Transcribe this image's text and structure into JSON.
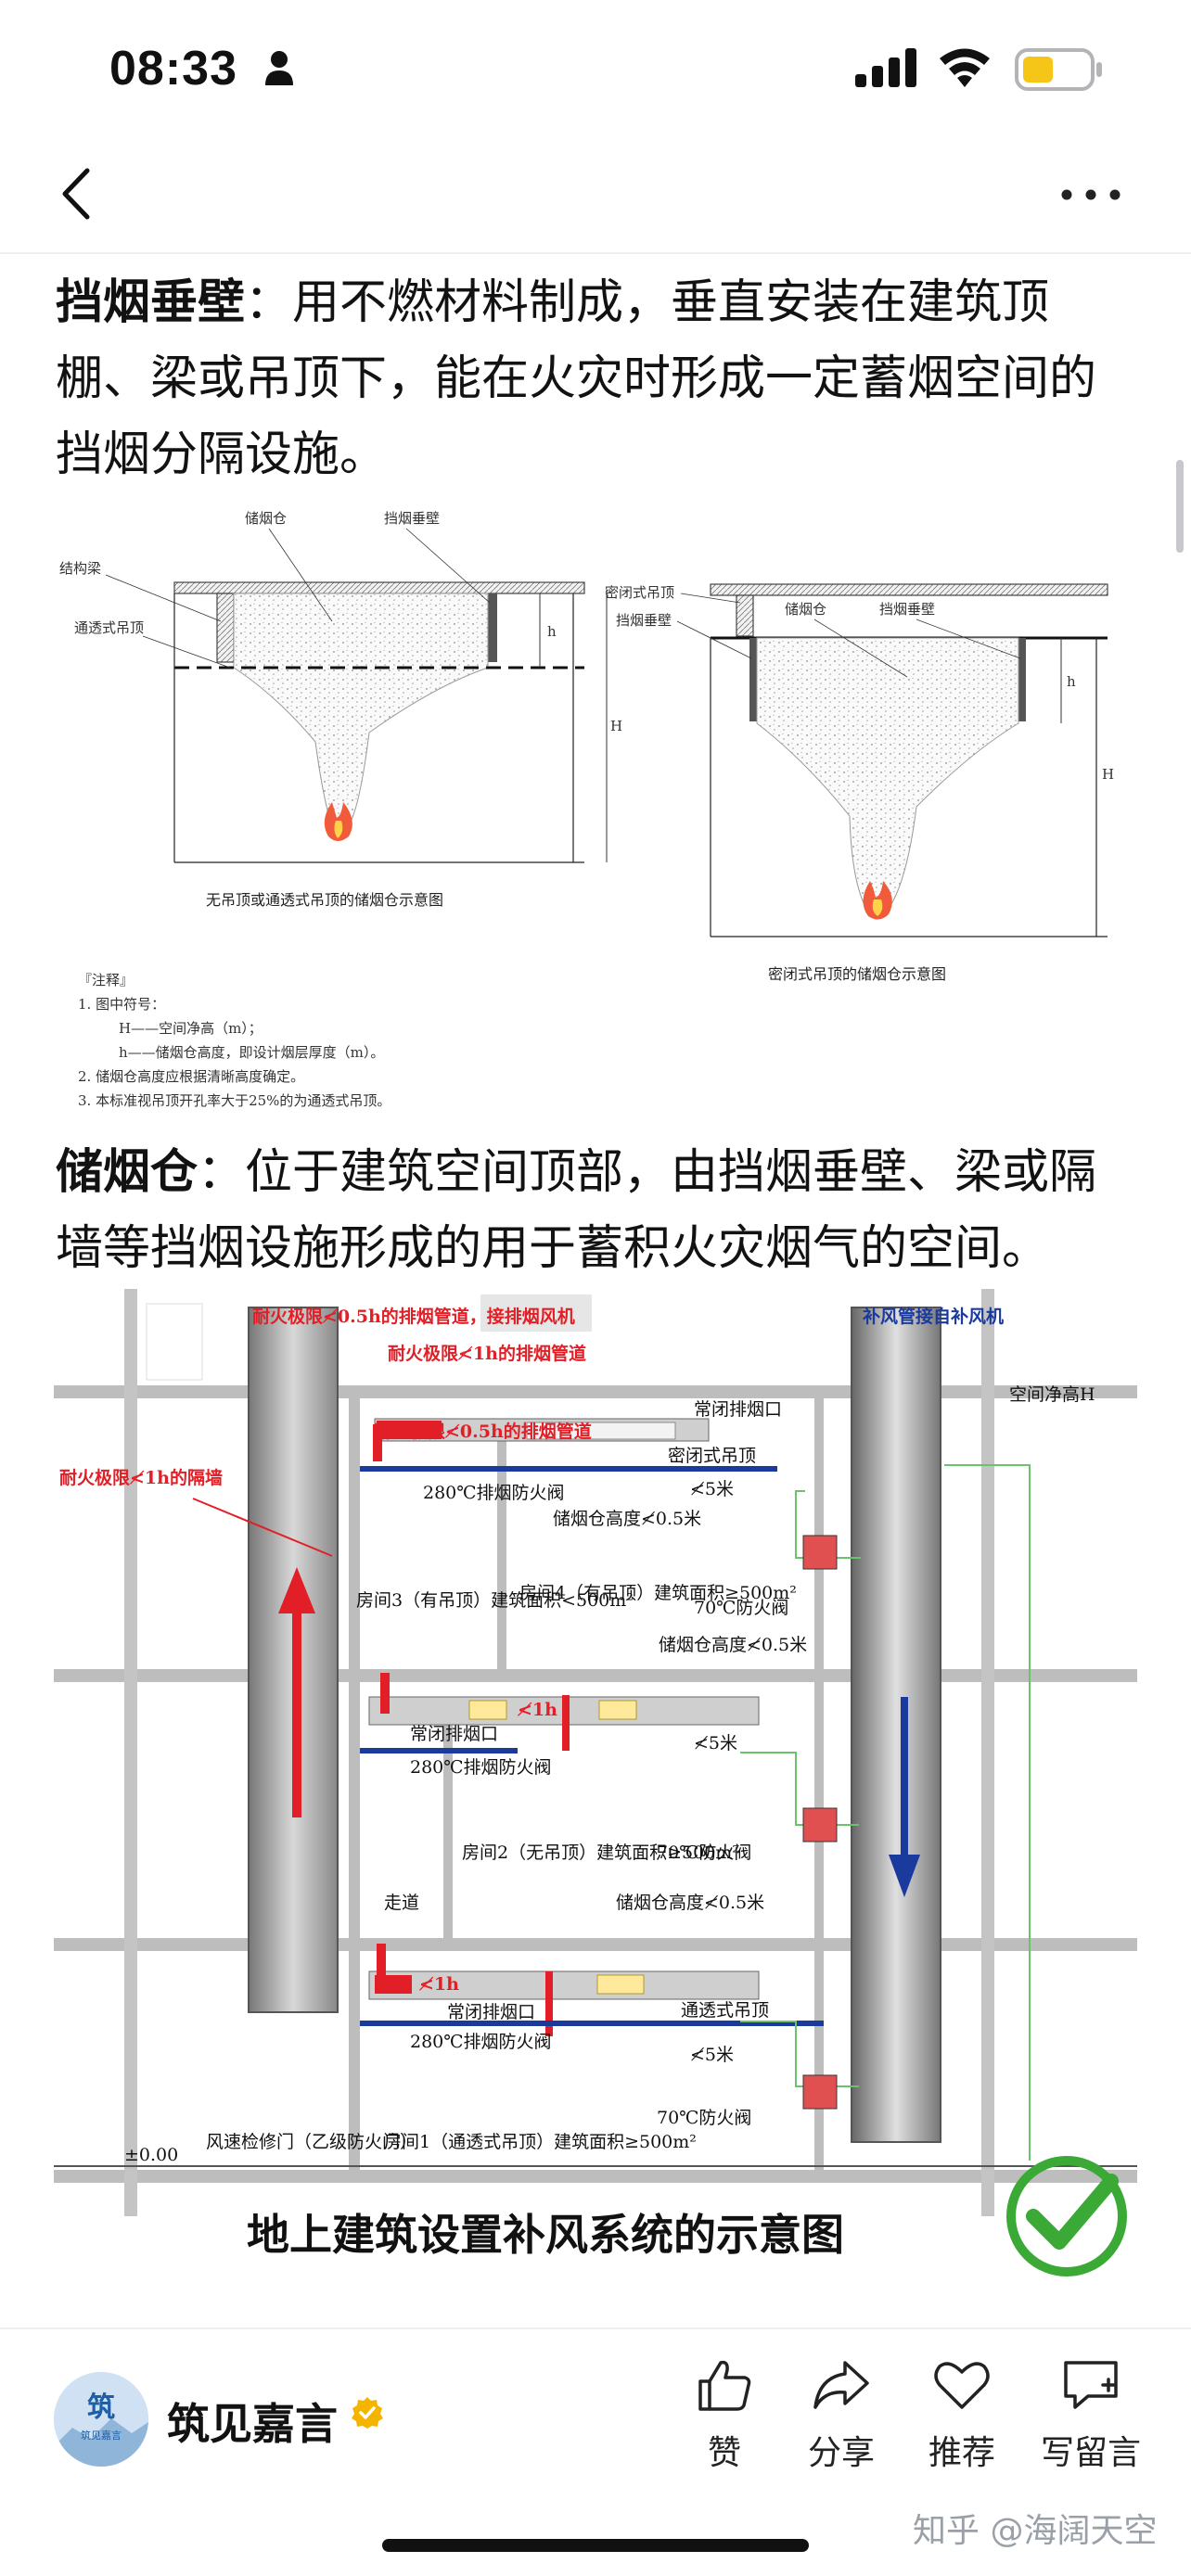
{
  "status_bar": {
    "time": "08:33",
    "icons": [
      "person-icon",
      "signal-icon",
      "wifi-icon",
      "battery-icon"
    ],
    "battery_color": "#f5c518"
  },
  "nav": {
    "back_icon": "chevron-left-icon",
    "more_icon": "more-horizontal-icon"
  },
  "article": {
    "para1_term": "挡烟垂壁",
    "para1_text": "：用不燃材料制成，垂直安装在建筑顶棚、梁或吊顶下，能在火灾时形成一定蓄烟空间的挡烟分隔设施。",
    "para2_term": "储烟仓",
    "para2_text": "：位于建筑空间顶部，由挡烟垂壁、梁或隔墙等挡烟设施形成的用于蓄积火灾烟气的空间。"
  },
  "figure1": {
    "left": {
      "label_storage": "储烟仓",
      "label_curtain": "挡烟垂壁",
      "label_beam": "结构梁",
      "label_ceiling": "通透式吊顶",
      "label_h": "h",
      "label_H": "H",
      "caption": "无吊顶或通透式吊顶的储烟仓示意图"
    },
    "right": {
      "label_ceiling": "密闭式吊顶",
      "label_curtain": "挡烟垂壁",
      "label_storage": "储烟仓",
      "label_curtain2": "挡烟垂壁",
      "label_h": "h",
      "label_H": "H",
      "caption": "密闭式吊顶的储烟仓示意图"
    },
    "notes": [
      "『注释』",
      "1. 图中符号：",
      "H——空间净高（m）；",
      "h——储烟仓高度，即设计烟层厚度（m）。",
      "2. 储烟仓高度应根据清晰高度确定。",
      "3. 本标准视吊顶开孔率大于25%的为通透式吊顶。"
    ]
  },
  "figure2": {
    "red_labels": {
      "shaft_top": "耐火极限≮0.5h的排烟管道，接排烟风机",
      "pipe_1h": "耐火极限≮1h的排烟管道",
      "pipe_05h": "耐火极限≮0.5h的排烟管道",
      "partition": "耐火极限≮1h的隔墙",
      "duct_mid": "≮1h",
      "duct_low": "≮1h"
    },
    "blue_labels": {
      "supply": "补风管接自补风机"
    },
    "black_labels": {
      "exhaust_outlet_top": "常闭排烟口",
      "sealed_ceiling": "密闭式吊顶",
      "damper_280_top": "280℃排烟防火阀",
      "storage_height_top": "储烟仓高度≮0.5米",
      "dist_top": "≮5米",
      "room3": "房间3（有吊顶）建筑面积<500m²",
      "room4": "房间4（有吊顶）建筑面积≥500m²",
      "damper_70_top": "70℃防火阀",
      "storage_height_mid": "储烟仓高度≮0.5米",
      "exhaust_outlet_mid": "常闭排烟口",
      "damper_280_mid": "280℃排烟防火阀",
      "dist_mid": "≮5米",
      "room2": "房间2（无吊顶）建筑面积≥500m²",
      "damper_70_mid": "70℃防火阀",
      "corridor": "走道",
      "storage_height_low": "储烟仓高度≮0.5米",
      "exhaust_outlet_low": "常闭排烟口",
      "permeable_ceiling": "通透式吊顶",
      "damper_280_low": "280℃排烟防火阀",
      "dist_low": "≮5米",
      "damper_70_low": "70℃防火阀",
      "room1": "房间1（通透式吊顶）建筑面积≥500m²",
      "door": "风速检修门（乙级防火门）",
      "elevation": "±0.00",
      "clear_height": "空间净高H"
    },
    "title": "地上建筑设置补风系统的示意图",
    "check_icon": "check-circle-icon",
    "check_color": "#3aa935"
  },
  "bottom_bar": {
    "author": "筑见嘉言",
    "avatar_text": "筑",
    "avatar_sub": "筑见嘉言",
    "verified_icon": "verified-badge-icon",
    "actions": [
      {
        "label": "赞",
        "icon": "thumbs-up-icon"
      },
      {
        "label": "分享",
        "icon": "share-icon"
      },
      {
        "label": "推荐",
        "icon": "heart-icon"
      },
      {
        "label": "写留言",
        "icon": "comment-icon"
      }
    ],
    "watermark": "知乎 @海阔天空"
  }
}
